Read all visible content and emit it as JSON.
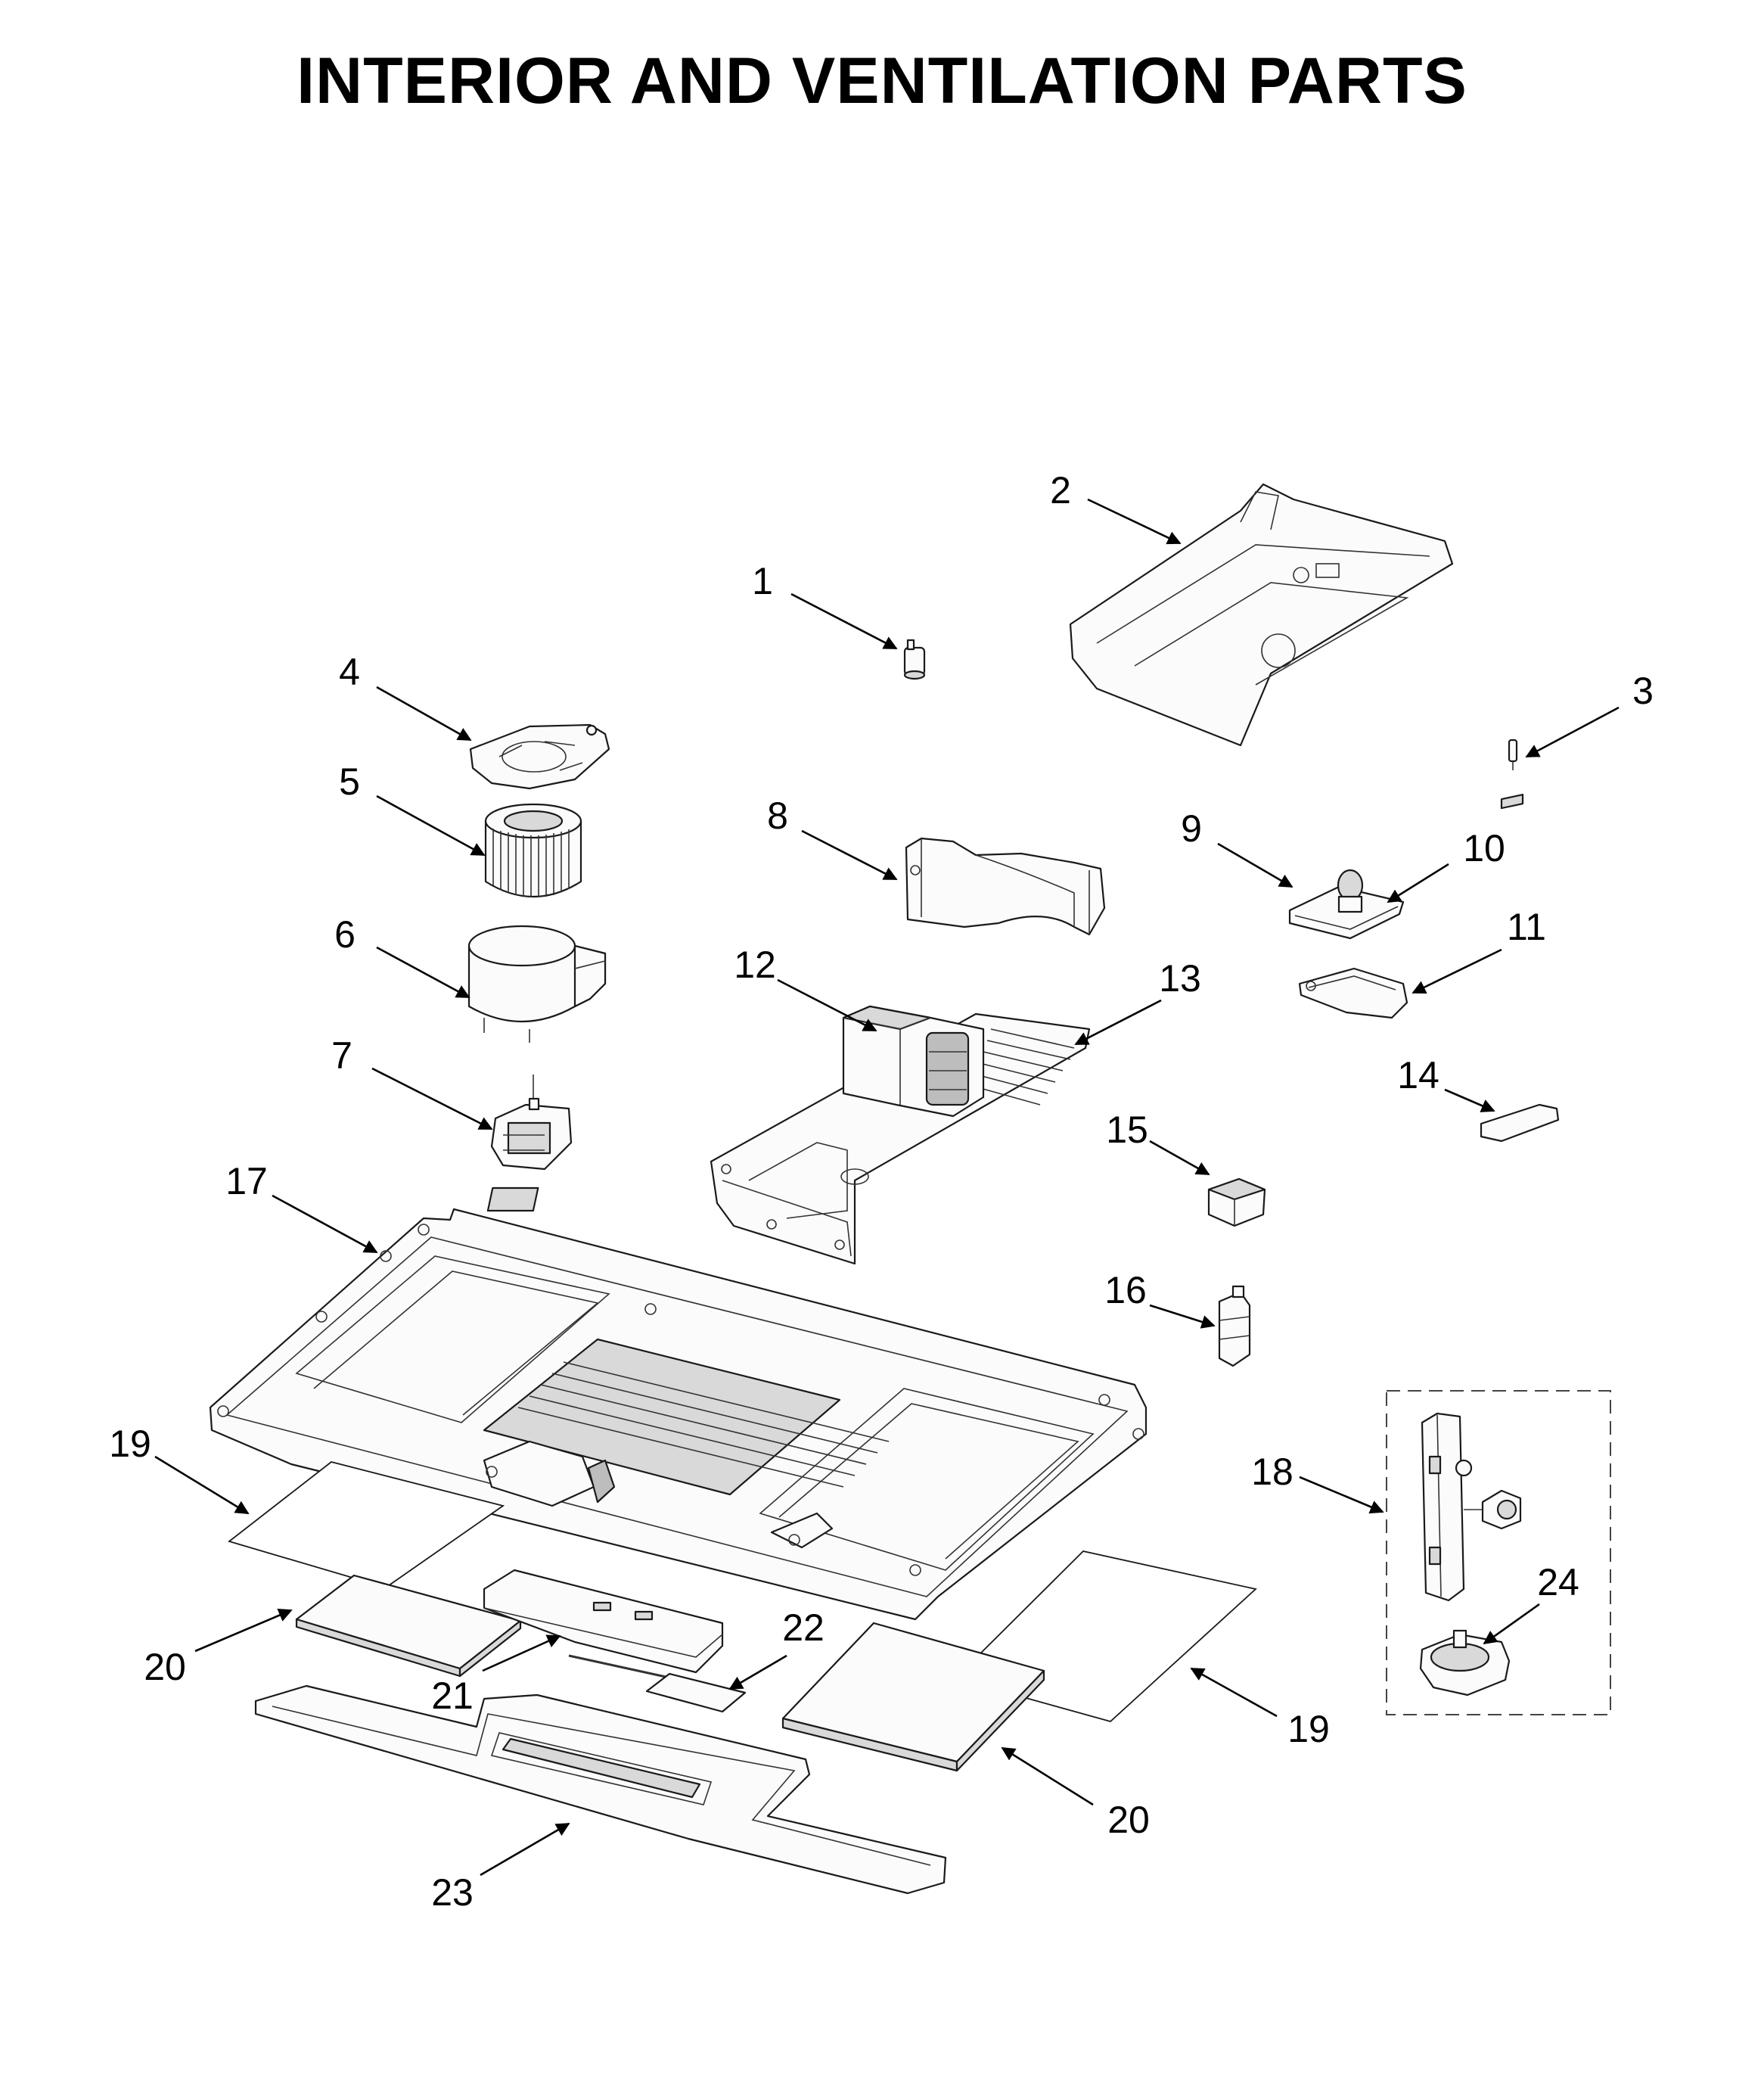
{
  "title": "INTERIOR AND VENTILATION PARTS",
  "callouts": [
    {
      "id": "1",
      "label": "1"
    },
    {
      "id": "2",
      "label": "2"
    },
    {
      "id": "3",
      "label": "3"
    },
    {
      "id": "4",
      "label": "4"
    },
    {
      "id": "5",
      "label": "5"
    },
    {
      "id": "6",
      "label": "6"
    },
    {
      "id": "7",
      "label": "7"
    },
    {
      "id": "8",
      "label": "8"
    },
    {
      "id": "9",
      "label": "9"
    },
    {
      "id": "10",
      "label": "10"
    },
    {
      "id": "11",
      "label": "11"
    },
    {
      "id": "12",
      "label": "12"
    },
    {
      "id": "13",
      "label": "13"
    },
    {
      "id": "14",
      "label": "14"
    },
    {
      "id": "15",
      "label": "15"
    },
    {
      "id": "16",
      "label": "16"
    },
    {
      "id": "17",
      "label": "17"
    },
    {
      "id": "18",
      "label": "18"
    },
    {
      "id": "19a",
      "label": "19"
    },
    {
      "id": "19b",
      "label": "19"
    },
    {
      "id": "20a",
      "label": "20"
    },
    {
      "id": "20b",
      "label": "20"
    },
    {
      "id": "21",
      "label": "21"
    },
    {
      "id": "22",
      "label": "22"
    },
    {
      "id": "23",
      "label": "23"
    },
    {
      "id": "24",
      "label": "24"
    }
  ]
}
